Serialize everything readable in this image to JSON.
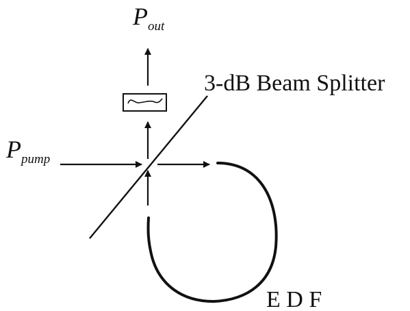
{
  "labels": {
    "p_out_main": "P",
    "p_out_sub": "out",
    "p_pump_main": "P",
    "p_pump_sub": "pump",
    "splitter": "3-dB Beam Splitter",
    "fiber": "E D F"
  },
  "colors": {
    "ink": "#111111",
    "background": "#ffffff"
  },
  "icons": {
    "filter": "bandpass-filter-icon",
    "arrow": "arrowhead"
  }
}
